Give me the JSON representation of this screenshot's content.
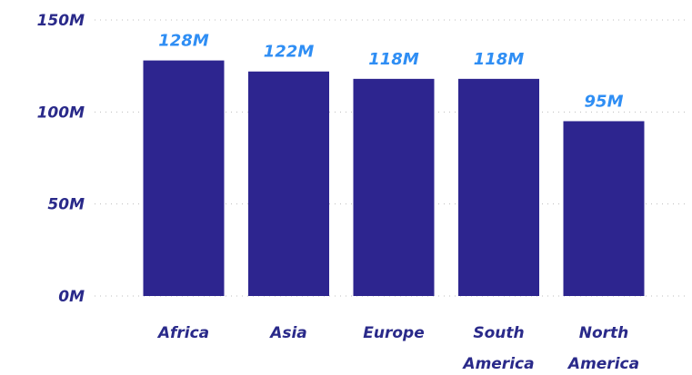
{
  "chart_data": {
    "type": "bar",
    "title": "",
    "xlabel": "",
    "ylabel": "",
    "categories": [
      [
        "Africa"
      ],
      [
        "Asia"
      ],
      [
        "Europe"
      ],
      [
        "South",
        "America"
      ],
      [
        "North",
        "America"
      ]
    ],
    "values": [
      128,
      122,
      118,
      118,
      95
    ],
    "value_labels": [
      "128M",
      "122M",
      "118M",
      "118M",
      "95M"
    ],
    "ylim": [
      0,
      150
    ],
    "yticks": [
      0,
      50,
      100,
      150
    ],
    "ytick_labels": [
      "0M",
      "50M",
      "100M",
      "150M"
    ],
    "grid": true,
    "legend": "none",
    "colors": {
      "bar": "#2d258f",
      "value_label": "#2f8ef4",
      "text": "#2a2a8a",
      "grid": "#bdbdbd"
    }
  }
}
